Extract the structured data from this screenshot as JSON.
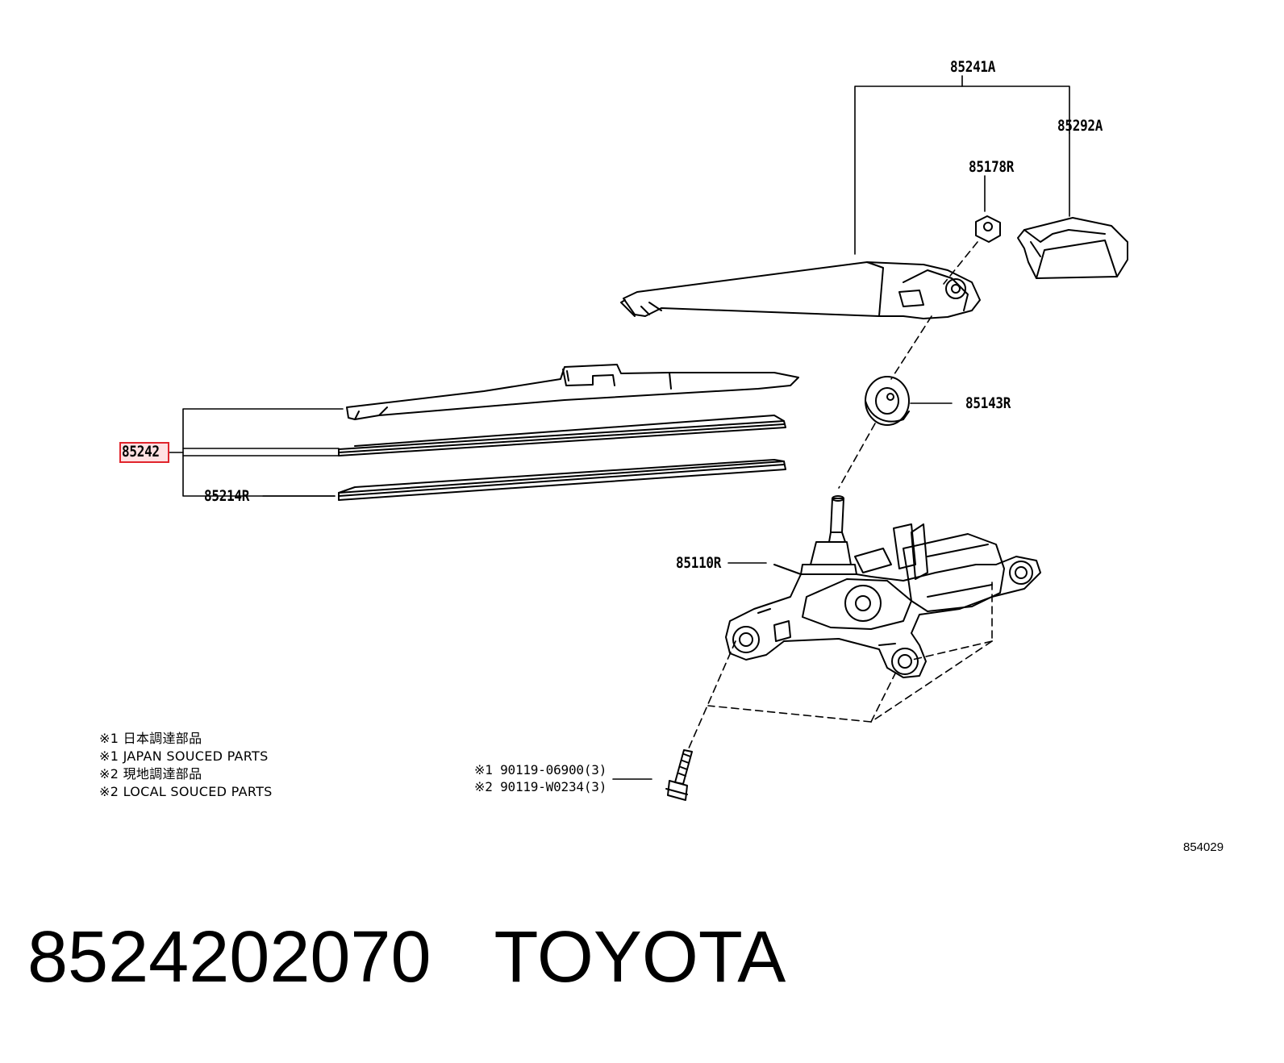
{
  "parts": {
    "p85241A": "85241A",
    "p85292A": "85292A",
    "p85178R": "85178R",
    "p85143R": "85143R",
    "p85242": "85242",
    "p85214R": "85214R",
    "p85110R": "85110R"
  },
  "notes": [
    "※1 日本調達部品",
    "※1 JAPAN SOUCED PARTS",
    "※2 現地調達部品",
    "※2 LOCAL SOUCED PARTS"
  ],
  "bolts": [
    "※1 90119-06900(3)",
    "※2 90119-W0234(3)"
  ],
  "drawing_number": "854029",
  "footer": {
    "part_number": "8524202070",
    "brand": "TOYOTA"
  },
  "colors": {
    "line": "#000000",
    "highlight_border": "#e0242c",
    "highlight_fill": "#ff5a64"
  }
}
